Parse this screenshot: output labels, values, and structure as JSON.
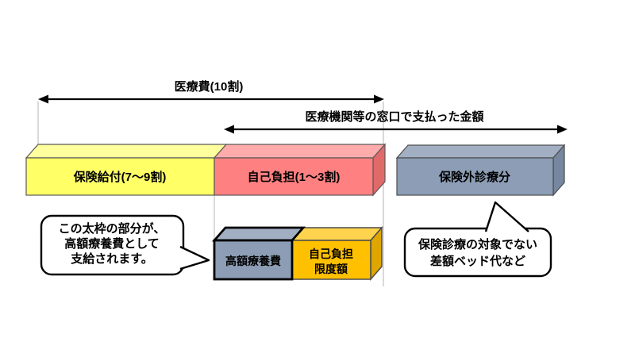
{
  "arrows": {
    "total": {
      "label": "医療費(10割)"
    },
    "window_paid": {
      "label": "医療機関等の窓口で支払った金額"
    }
  },
  "bars": {
    "insurance_benefit": {
      "label": "保険給付(7〜9割)"
    },
    "self_pay": {
      "label": "自己負担(1〜3割)"
    },
    "non_insured": {
      "label": "保険外診療分"
    },
    "high_cost_medical": {
      "label": "高額療養費"
    },
    "self_pay_limit": {
      "label_line1": "自己負担",
      "label_line2": "限度額"
    }
  },
  "callouts": {
    "high_cost_note": {
      "lines": [
        "この太枠の部分が、",
        "高額療養費として",
        "支給されます。"
      ]
    },
    "non_insured_note": {
      "lines": [
        "保険診療の対象でない",
        "差額ベッド代など"
      ]
    }
  },
  "colors": {
    "yellow_front": "#FFFF66",
    "yellow_top": "#FFFF9E",
    "pink_front": "#FF8080",
    "pink_top": "#FFABAB",
    "pink_side": "#E06A6A",
    "gray_front": "#8C9DB5",
    "gray_top": "#A2AFC3",
    "gray_side": "#76879F",
    "orange_front": "#FFC000",
    "orange_top": "#FFD34D",
    "orange_side": "#DFA500",
    "callout_fill": "#FFFFFF",
    "outline": "#595959",
    "arrow": "#000000"
  }
}
